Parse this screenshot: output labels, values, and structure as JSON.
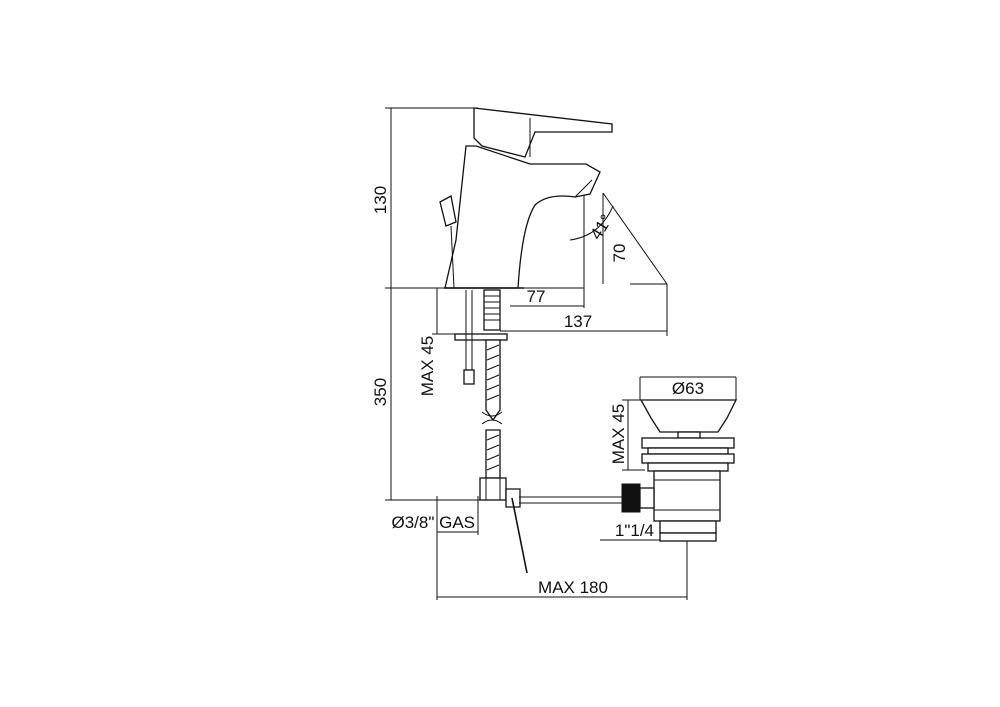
{
  "dimensions": {
    "faucet_height": "130",
    "spout_reach": "77",
    "total_depth": "137",
    "spout_angle": "41°",
    "spout_height": "70",
    "flexible_length": "350",
    "max_deck_tap": "MAX 45",
    "max_deck_waste": "MAX 45",
    "waste_diameter": "Ø63",
    "connection": "Ø3/8\" GAS",
    "waste_thread": "1\"1/4",
    "max_rod": "MAX 180"
  }
}
